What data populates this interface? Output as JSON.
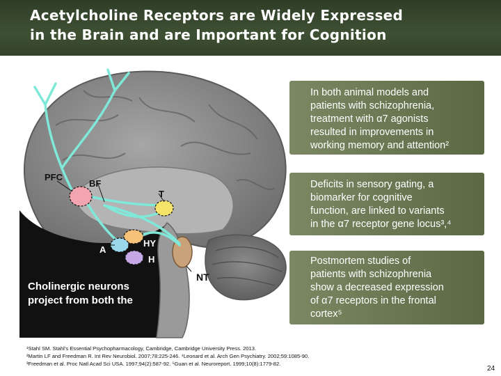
{
  "title": "Acetylcholine Receptors are Widely Expressed\nin the Brain and are Important for Cognition",
  "brain_labels": {
    "pfc": "PFC",
    "bf": "BF",
    "t": "T",
    "a": "A",
    "hy": "HY",
    "h": "H",
    "nt": "NT"
  },
  "caption": "Cholinergic neurons\nproject from both the",
  "panels": [
    {
      "text": "In both animal models and\npatients with schizophrenia,\ntreatment with α7 agonists\nresulted in improvements in\nworking memory and attention²"
    },
    {
      "text": "Deficits in sensory gating, a\nbiomarker for cognitive\nfunction, are linked to variants\nin the α7 receptor gene locus³,⁴"
    },
    {
      "text": "Postmortem studies of\npatients with schizophrenia\nshow a decreased expression\nof α7 receptors in the frontal\ncortex⁵"
    }
  ],
  "references": [
    "¹Stahl SM. Stahl's Essential Psychopharmacology, Cambridge, Cambridge University Press. 2013.",
    "²Martin LF and Freedman R. Int Rev Neurobiol. 2007;78:225-246.   ⁴Leonard et al. Arch Gen Psychiatry. 2002;59:1085-90.",
    "³Freedman et al. Proc Natl Acad Sci USA. 1997;94(2):587-92.          ⁵Guan et al. Neuroreport. 1999;10(8):1779-82."
  ],
  "page_number": "24",
  "colors": {
    "header": "#3e5033",
    "panel": "#6b7855",
    "brain": "#8a8a8a",
    "pathway": "#7fe8d8"
  }
}
